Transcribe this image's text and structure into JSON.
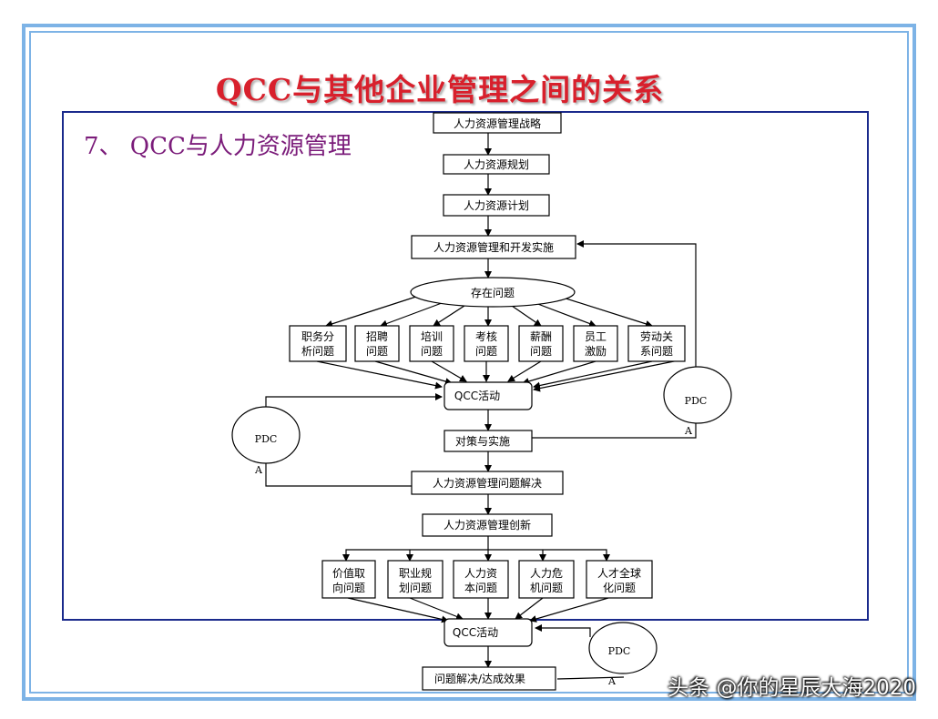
{
  "title": "QCC与其他企业管理之间的关系",
  "subtitle": "7、 QCC与人力资源管理",
  "nodes": {
    "strategy": "人力资源管理战略",
    "planning": "人力资源规划",
    "plan": "人力资源计划",
    "implement": "人力资源管理和开发实施",
    "problems": "存在问题",
    "p1": [
      "职务分",
      "析问题"
    ],
    "p2": [
      "招聘",
      "问题"
    ],
    "p3": [
      "培训",
      "问题"
    ],
    "p4": [
      "考核",
      "问题"
    ],
    "p5": [
      "薪酬",
      "问题"
    ],
    "p6": [
      "员工",
      "激励"
    ],
    "p7": [
      "劳动关",
      "系问题"
    ],
    "qcc1": "QCC活动",
    "measures": "对策与实施",
    "solve": "人力资源管理问题解决",
    "innovate": "人力资源管理创新",
    "q1": [
      "价值取",
      "向问题"
    ],
    "q2": [
      "职业规",
      "划问题"
    ],
    "q3": [
      "人力资",
      "本问题"
    ],
    "q4": [
      "人力危",
      "机问题"
    ],
    "q5": [
      "人才全球",
      "化问题"
    ],
    "qcc2": "QCC活动",
    "effect": "问题解决/达成效果"
  },
  "pdc_label": "PDC",
  "a_label": "A",
  "watermark": "头条 @你的星辰大海2020"
}
